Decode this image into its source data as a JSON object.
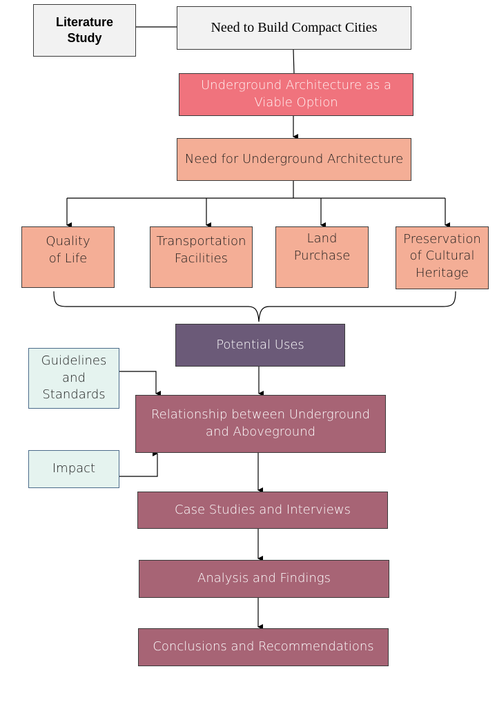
{
  "diagram": {
    "literature_study": "Literature\nStudy",
    "compact_cities": "Need to Build Compact Cities",
    "viable_option": "Underground Architecture as a\nViable Option",
    "need_underground": "Need for Underground Architecture",
    "needs": [
      "Quality\nof Life",
      "Transportation\nFacilities",
      "Land\nPurchase",
      "Preservation\nof Cultural\nHeritage"
    ],
    "potential_uses": "Potential Uses",
    "guidelines": "Guidelines\nand\nStandards",
    "impact": "Impact",
    "relationship": "Relationship between Underground\nand Aboveground",
    "case_studies": "Case Studies and Interviews",
    "analysis": "Analysis and Findings",
    "conclusions": "Conclusions and Recommendations"
  },
  "colors": {
    "gray": "#f2f2f2",
    "pink": "#f0737d",
    "salmon": "#f4ae96",
    "purple": "#6b5a78",
    "mauve": "#a76475",
    "mint": "#e5f3ef"
  }
}
